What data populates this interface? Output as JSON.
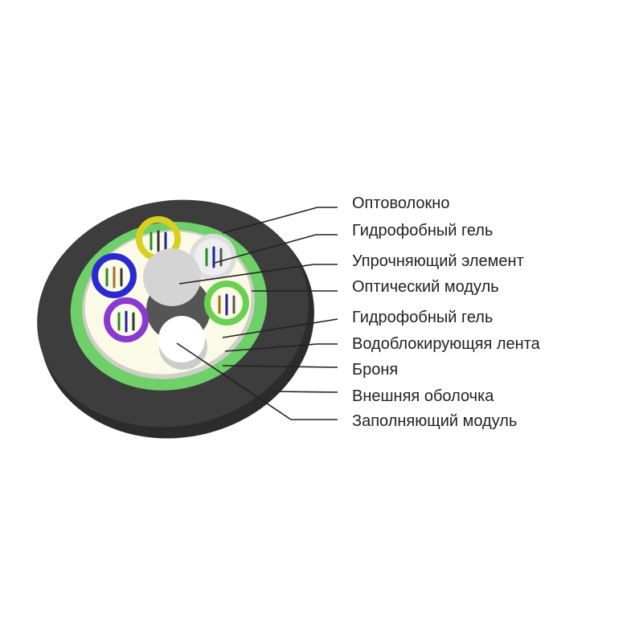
{
  "labels": [
    "Оптоволокно",
    "Гидрофобный гель",
    "Упрочняющий элемент",
    "Оптический модуль",
    "Гидрофобный гель",
    "Водоблокирующяя лента",
    "Броня",
    "Внешняя оболочка",
    "Заполняющий модуль"
  ],
  "colors": {
    "sheath": "#3a3a3a",
    "armor": "#6fd06a",
    "gel": "#fbfae6",
    "module_yellow": "#d8d020",
    "module_blue": "#2a2ad0",
    "module_purple": "#8a3ad0",
    "module_green": "#6ad050",
    "module_white": "#e8e8e8",
    "strength_member": "#d0d0d0",
    "filler": "#ffffff"
  }
}
